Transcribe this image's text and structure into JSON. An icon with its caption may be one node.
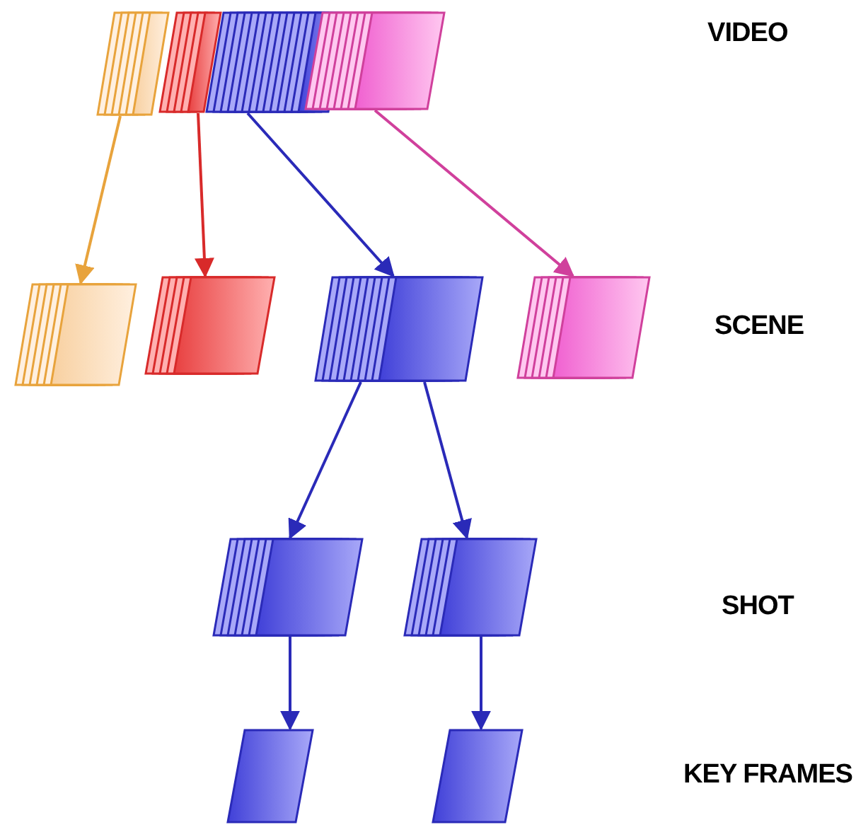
{
  "diagram": {
    "nodes": [
      {
        "text": [],
        "shape": "stack"
      },
      {
        "text": [],
        "shape": "stack"
      },
      {
        "text": [],
        "shape": "stack"
      },
      {
        "text": [],
        "shape": "stack"
      },
      {
        "text": [],
        "shape": "stack"
      },
      {
        "text": [],
        "shape": "stack"
      },
      {
        "text": [],
        "shape": "stack"
      },
      {
        "text": [],
        "shape": "stack"
      },
      {
        "text": [],
        "shape": "stack"
      },
      {
        "text": [],
        "shape": "stack"
      },
      {
        "text": [],
        "shape": "parallelogram"
      },
      {
        "text": [],
        "shape": "parallelogram"
      }
    ],
    "edges": [
      {
        "from": 0,
        "to": 4,
        "arrow": "to",
        "color": "#e8a33c"
      },
      {
        "from": 1,
        "to": 5,
        "arrow": "to",
        "color": "#d82a2a"
      },
      {
        "from": 2,
        "to": 6,
        "arrow": "to"
      },
      {
        "from": 3,
        "to": 7,
        "arrow": "to",
        "color": "#d0409c"
      },
      {
        "from": 6,
        "to": 8,
        "arrow": "to"
      },
      {
        "from": 6,
        "to": 9,
        "arrow": "to"
      },
      {
        "from": 8,
        "to": 10,
        "arrow": "to"
      },
      {
        "from": 9,
        "to": 11,
        "arrow": "to"
      }
    ],
    "labels": [
      "VIDEO",
      "SCENE",
      "SHOT",
      "KEY FRAMES"
    ]
  }
}
